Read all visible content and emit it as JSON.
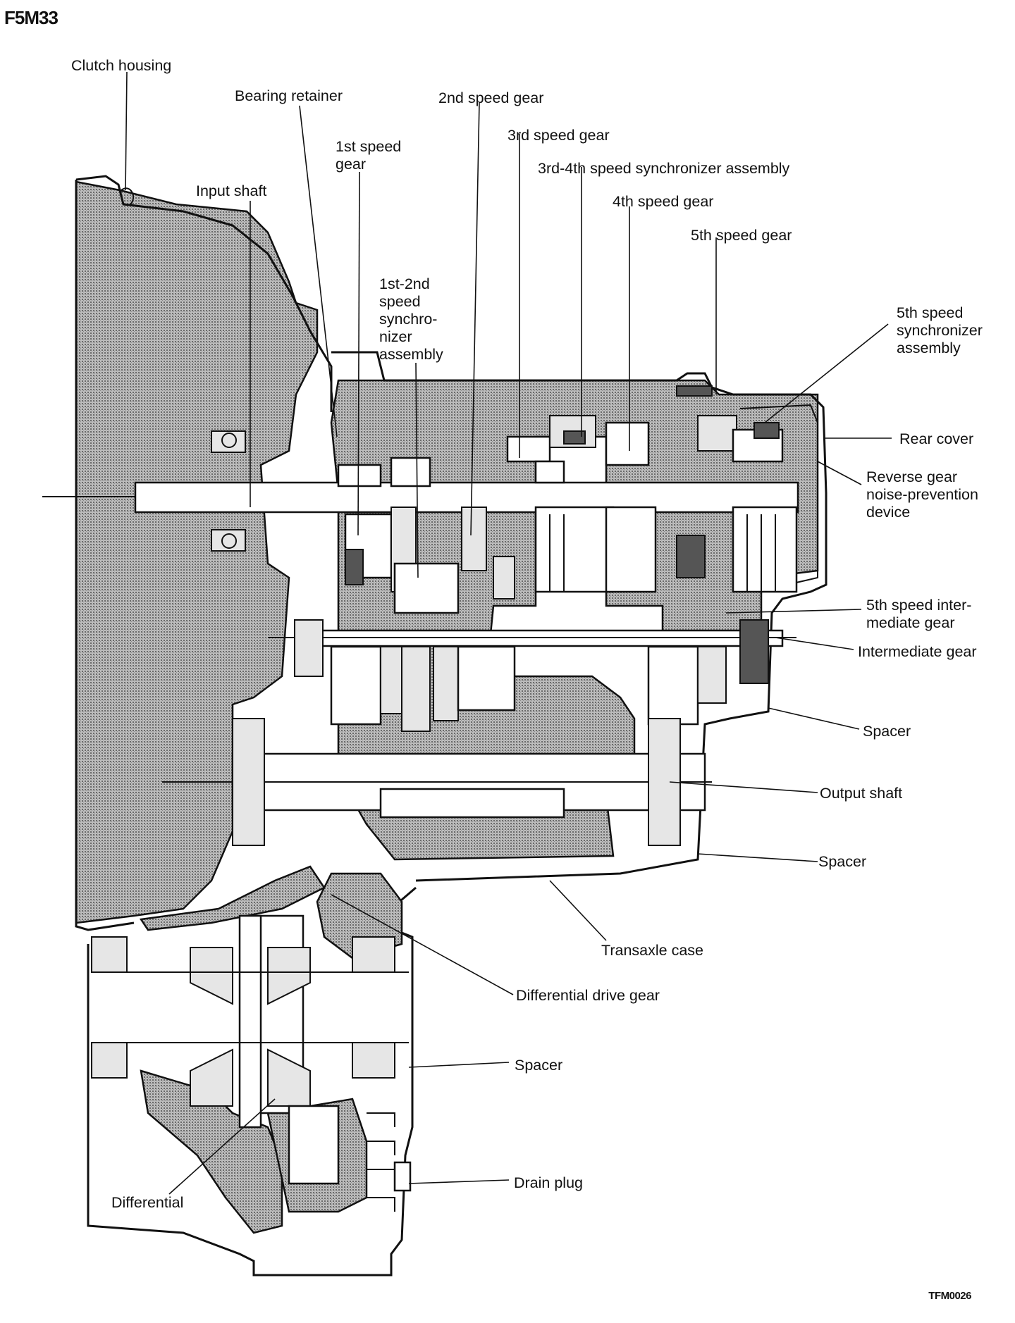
{
  "title": "F5M33",
  "figure_code": "TFM0026",
  "labels": {
    "clutch_housing": "Clutch housing",
    "bearing_retainer": "Bearing retainer",
    "second_speed_gear": "2nd speed gear",
    "third_speed_gear": "3rd speed gear",
    "first_speed_gear": [
      "1st speed",
      "gear"
    ],
    "third_fourth_synchronizer": "3rd-4th speed synchronizer assembly",
    "input_shaft": "Input shaft",
    "fourth_speed_gear": "4th speed gear",
    "fifth_speed_gear": "5th speed gear",
    "first_second_synchronizer": [
      "1st-2nd",
      "speed",
      "synchro-",
      "nizer",
      "assembly"
    ],
    "fifth_speed_synchronizer": [
      "5th speed",
      "synchronizer",
      "assembly"
    ],
    "rear_cover": "Rear cover",
    "reverse_gear_noise_prevention": [
      "Reverse gear",
      "noise-prevention",
      "device"
    ],
    "fifth_speed_intermediate_gear": [
      "5th speed inter-",
      "mediate gear"
    ],
    "intermediate_gear": "Intermediate gear",
    "spacer_1": "Spacer",
    "output_shaft": "Output shaft",
    "spacer_2": "Spacer",
    "transaxle_case": "Transaxle case",
    "differential_drive_gear": "Differential drive gear",
    "spacer_3": "Spacer",
    "drain_plug": "Drain plug",
    "differential": "Differential"
  }
}
